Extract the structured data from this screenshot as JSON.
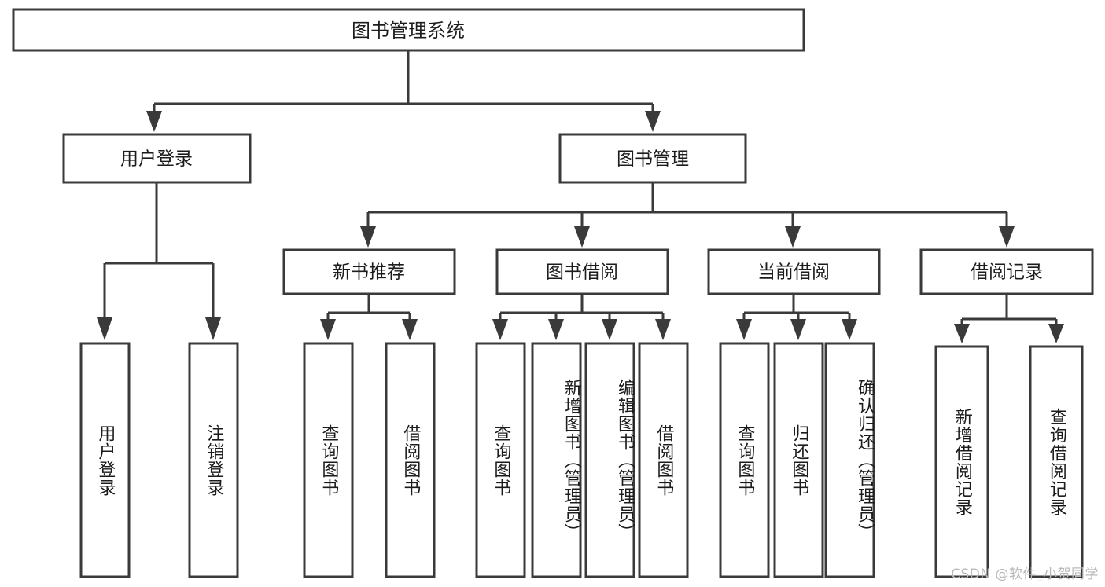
{
  "diagram": {
    "title": "图书管理系统",
    "root": {
      "label": "图书管理系统"
    },
    "level2": [
      {
        "label": "用户登录"
      },
      {
        "label": "图书管理"
      }
    ],
    "level3": [
      {
        "label": "新书推荐"
      },
      {
        "label": "图书借阅"
      },
      {
        "label": "当前借阅"
      },
      {
        "label": "借阅记录"
      }
    ],
    "leaves": {
      "user_login": [
        {
          "label": "用户登录"
        },
        {
          "label": "注销登录"
        }
      ],
      "new_book_recommend": [
        {
          "label": "查询图书"
        },
        {
          "label": "借阅图书"
        }
      ],
      "book_borrow": [
        {
          "label": "查询图书"
        },
        {
          "label": "新增图书（管理员）"
        },
        {
          "label": "编辑图书（管理员）"
        },
        {
          "label": "借阅图书"
        }
      ],
      "current_borrow": [
        {
          "label": "查询图书"
        },
        {
          "label": "归还图书"
        },
        {
          "label": "确认归还（管理员）"
        }
      ],
      "borrow_record": [
        {
          "label": "新增借阅记录"
        },
        {
          "label": "查询借阅记录"
        }
      ]
    }
  },
  "watermark": {
    "text": "CSDN @软件_小贺同学"
  },
  "colors": {
    "box_stroke": "#3a3a3a",
    "box_fill": "#ffffff",
    "text": "#1c1c1c",
    "watermark": "#b9b9b9",
    "background": "#ffffff"
  }
}
